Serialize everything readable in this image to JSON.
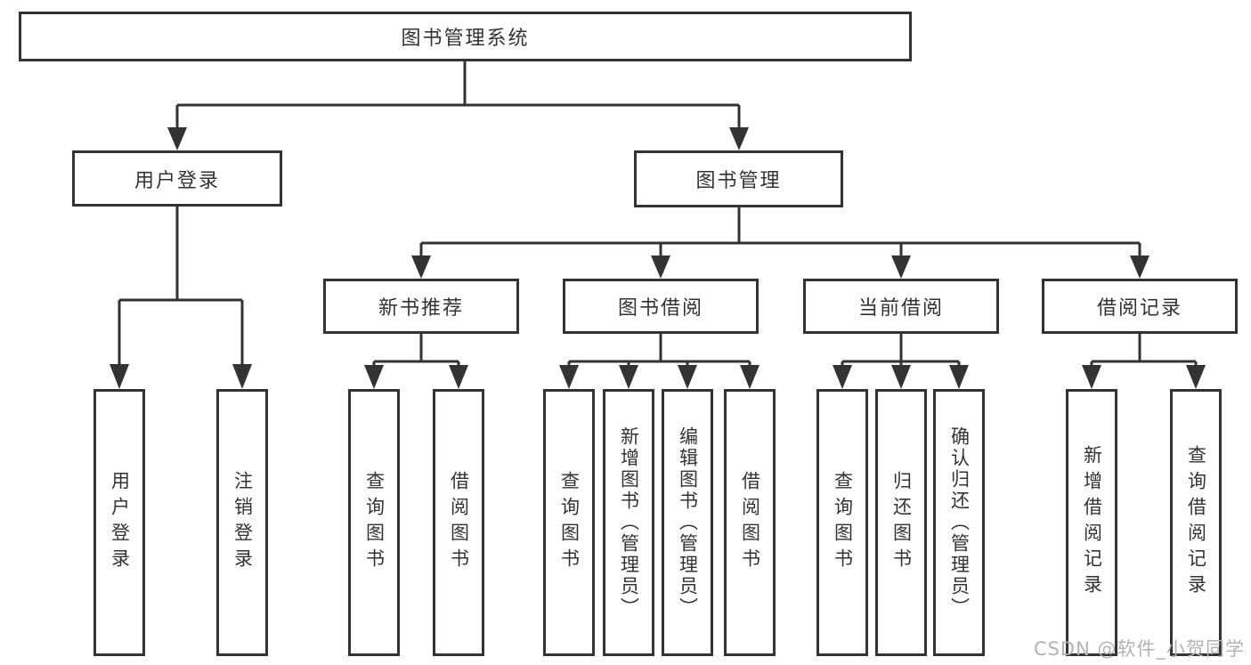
{
  "tree": {
    "label": "图书管理系统",
    "children": [
      {
        "label": "用户登录",
        "children": [
          {
            "label": "用户登录"
          },
          {
            "label": "注销登录"
          }
        ]
      },
      {
        "label": "图书管理",
        "children": [
          {
            "label": "新书推荐",
            "children": [
              {
                "label": "查询图书"
              },
              {
                "label": "借阅图书"
              }
            ]
          },
          {
            "label": "图书借阅",
            "children": [
              {
                "label": "查询图书"
              },
              {
                "label": "新增图书（管理员）"
              },
              {
                "label": "编辑图书（管理员）"
              },
              {
                "label": "借阅图书"
              }
            ]
          },
          {
            "label": "当前借阅",
            "children": [
              {
                "label": "查询图书"
              },
              {
                "label": "归还图书"
              },
              {
                "label": "确认归还（管理员）"
              }
            ]
          },
          {
            "label": "借阅记录",
            "children": [
              {
                "label": "新增借阅记录"
              },
              {
                "label": "查询借阅记录"
              }
            ]
          }
        ]
      }
    ]
  },
  "watermark": {
    "text": "CSDN @软件_小贺同学"
  },
  "colors": {
    "line": "#333333",
    "box_border": "#333333",
    "text": "#333333",
    "watermark": "#b3b3b3",
    "background": "#ffffff"
  }
}
